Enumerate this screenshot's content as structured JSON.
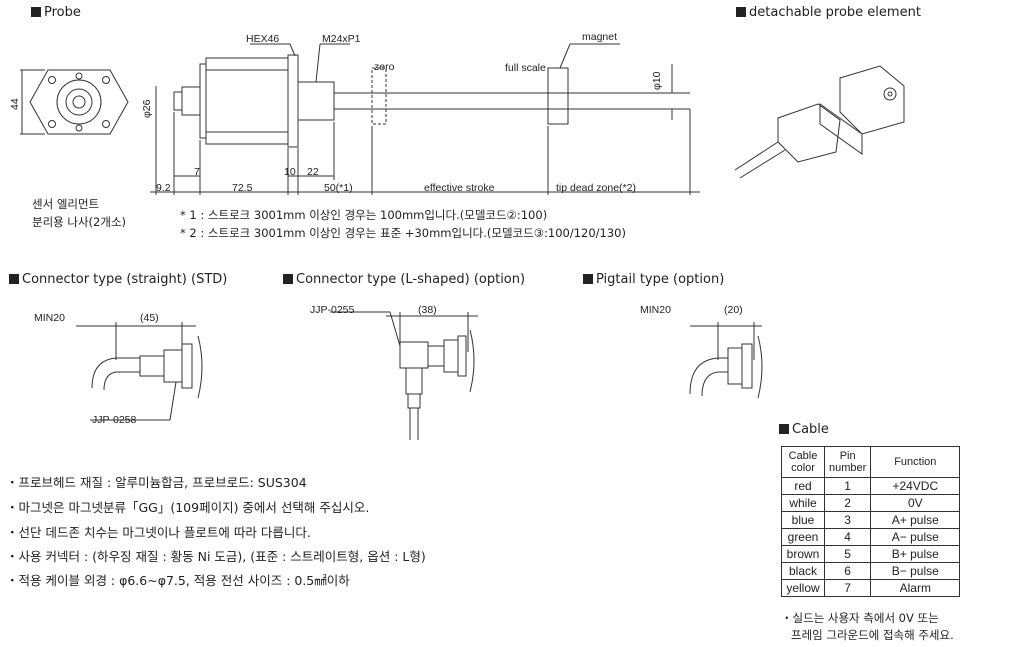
{
  "sections": {
    "probe": "Probe",
    "detachable": "detachable probe element",
    "conn_straight": "Connector type (straight) (STD)",
    "conn_l": "Connector type (L-shaped) (option)",
    "pigtail": "Pigtail type (option)",
    "cable": "Cable"
  },
  "probe_labels": {
    "hex": "HEX46",
    "thread": "M24xP1",
    "zero": "zero",
    "full_scale": "full scale",
    "magnet": "magnet",
    "dia10": "φ10",
    "dia26": "φ26",
    "h44": "44",
    "d9_2": "9.2",
    "d7": "7",
    "d72_5": "72.5",
    "d10": "10",
    "d22": "22",
    "d50": "50(*1)",
    "effective": "effective stroke",
    "tip": "tip dead zone(*2)"
  },
  "sensor_note": [
    "센서 엘리먼트",
    "분리용 나사(2개소)"
  ],
  "footnotes": [
    "* 1 : 스트로크 3001mm 이상인 경우는 100mm입니다.(모델코드②:100)",
    "* 2 : 스트로크 3001mm 이상인 경우는 표준 +30mm입니다.(모델코드③:100/120/130)"
  ],
  "conn_straight": {
    "min": "MIN20",
    "len": "(45)",
    "part": "JJP-0258"
  },
  "conn_l": {
    "part": "JJP-0255",
    "len": "(38)"
  },
  "pigtail": {
    "min": "MIN20",
    "len": "(20)"
  },
  "bullets": [
    "・프로브헤드 재질 : 알루미늄합금, 프로브로드: SUS304",
    "・마그넷은 마그넷분류「GG」(109페이지) 중에서 선택해 주십시오.",
    "・선단 데드존 치수는 마그넷이나 플로트에 따라 다릅니다.",
    "・사용 커넥터 : (하우징 재질 : 황동 Ni 도금), (표준 : 스트레이트형, 옵션 : L형)",
    "・적용 케이블 외경 : φ6.6~φ7.5, 적용 전선 사이즈 : 0.5㎟이하"
  ],
  "cable_table": {
    "headers": [
      "Cable color",
      "Pin number",
      "Function"
    ],
    "rows": [
      [
        "red",
        "1",
        "+24VDC"
      ],
      [
        "while",
        "2",
        "0V"
      ],
      [
        "blue",
        "3",
        "A+ pulse"
      ],
      [
        "green",
        "4",
        "A− pulse"
      ],
      [
        "brown",
        "5",
        "B+ pulse"
      ],
      [
        "black",
        "6",
        "B− pulse"
      ],
      [
        "yellow",
        "7",
        "Alarm"
      ]
    ]
  },
  "shield_note": [
    "・실드는 사용자 측에서 0V 또는",
    "프레임 그라운드에 접속해 주세요."
  ]
}
